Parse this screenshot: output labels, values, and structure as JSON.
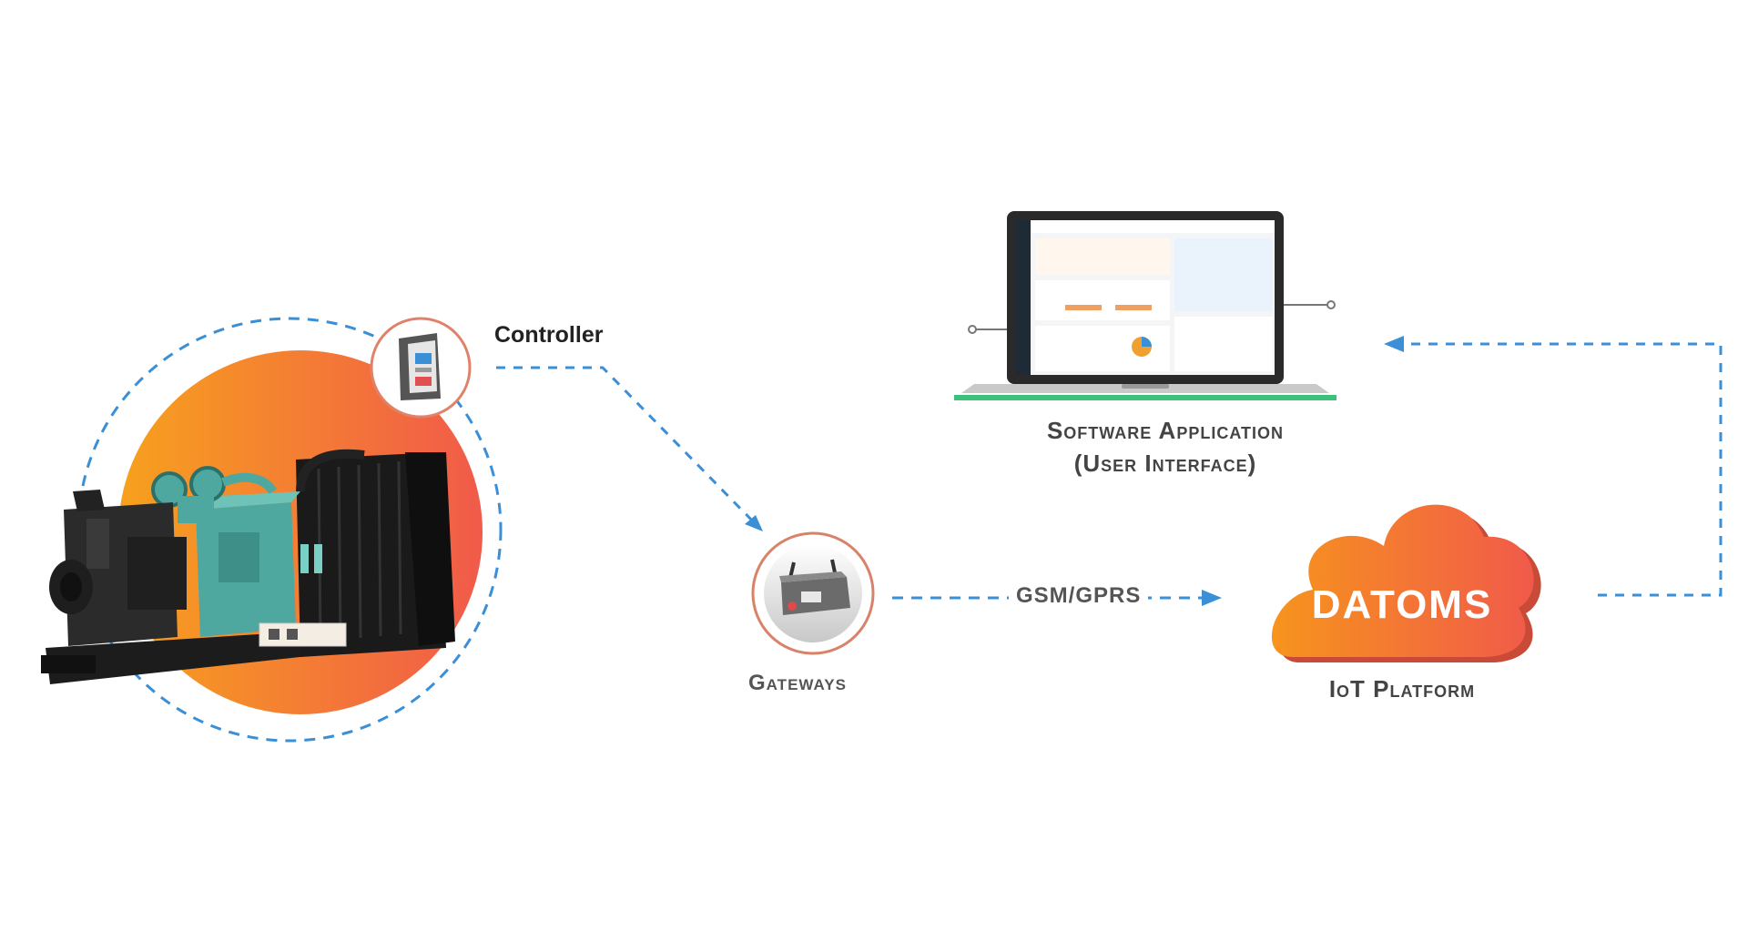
{
  "labels": {
    "controller": "Controller",
    "gateways": "Gateways",
    "link": "GSM/GPRS",
    "software_line1": "Software Application",
    "software_line2": "(User Interface)",
    "platform_name": "DATOMS",
    "platform_label": "IoT Platform"
  },
  "icons": {
    "generator": "diesel-generator-icon",
    "controller": "controller-panel-icon",
    "gateway": "gateway-router-icon",
    "laptop": "laptop-icon",
    "cloud": "cloud-icon"
  },
  "colors": {
    "accent_orange": "#f7941d",
    "accent_red": "#f15a4a",
    "connector_blue": "#3a8fd6",
    "laptop_base_green": "#3cc17a",
    "generator_teal": "#4fa8a0",
    "generator_body": "#2b2b2b"
  }
}
